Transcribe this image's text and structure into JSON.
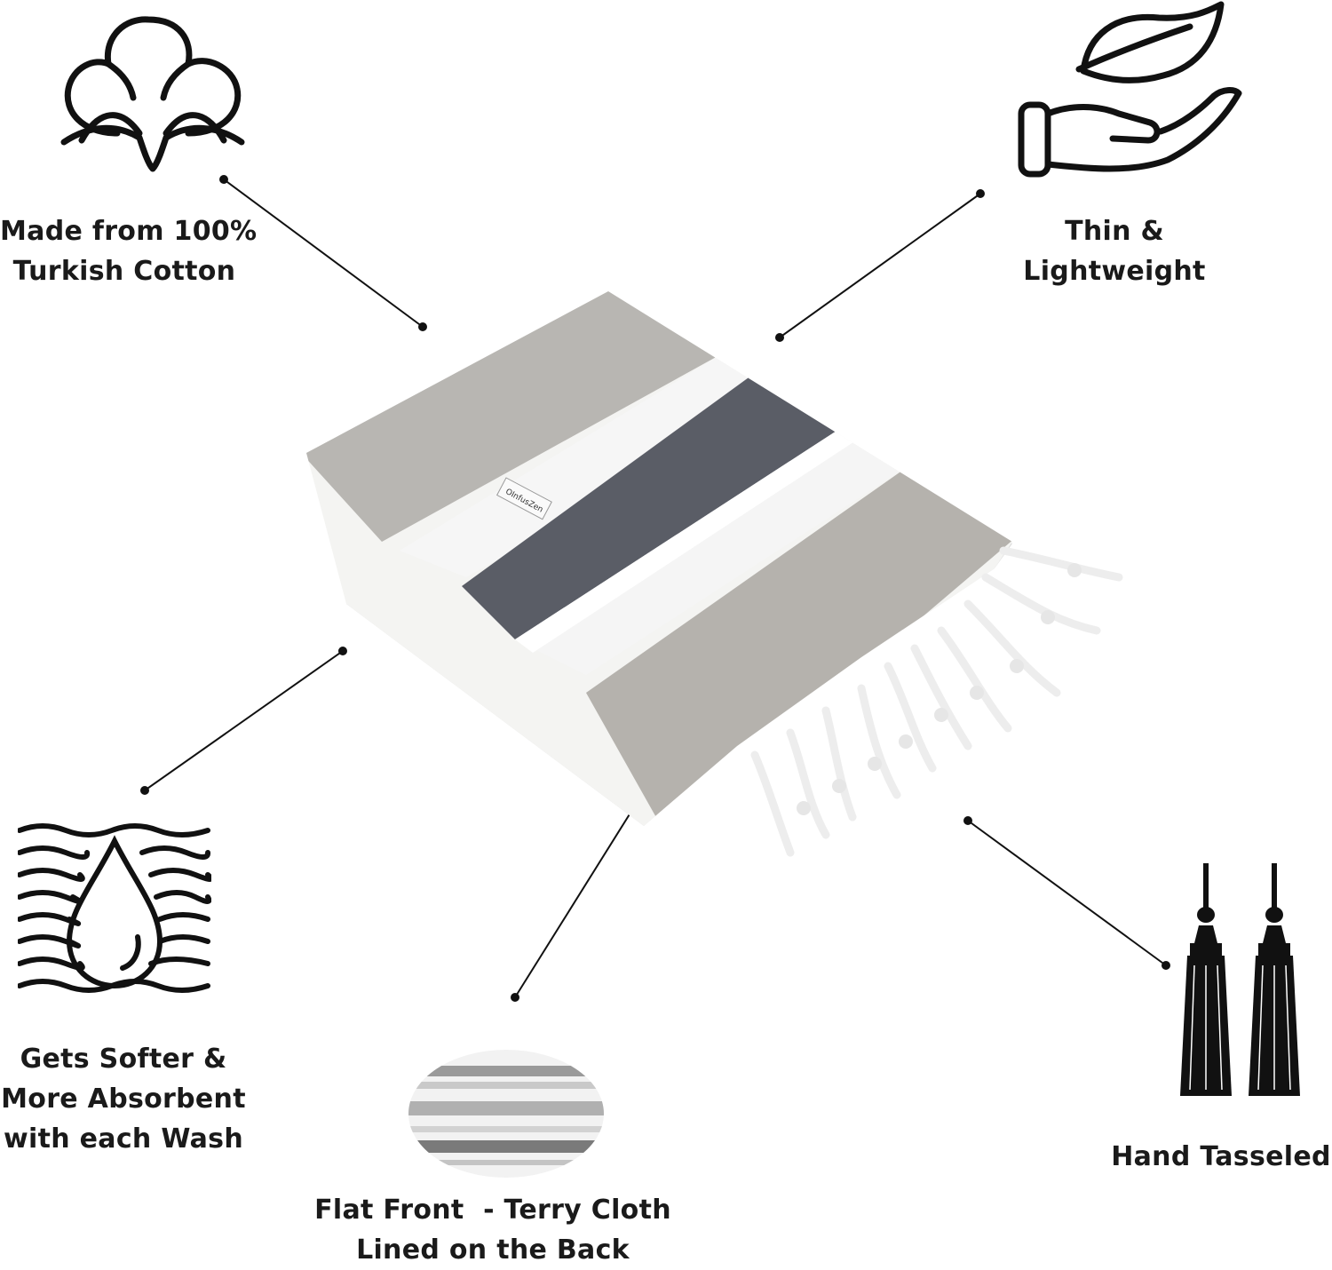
{
  "features": {
    "cotton": {
      "icon": "cotton-flower-icon",
      "line1": "Made from 100%",
      "line2": "Turkish Cotton"
    },
    "lightweight": {
      "icon": "leaf-in-hand-icon",
      "line1": "Thin &",
      "line2": "Lightweight"
    },
    "absorbent": {
      "icon": "water-drop-waves-icon",
      "line1": "Gets Softer &",
      "line2": "More Absorbent",
      "line3": "with each Wash"
    },
    "flat_front": {
      "icon": "terry-cloth-swatch",
      "line1": "Flat Front  - Terry Cloth",
      "line2": "Lined on the Back"
    },
    "tasseled": {
      "icon": "tassel-icon",
      "line1": "Hand Tasseled"
    }
  },
  "product": {
    "brand_tag": "OInfusZen"
  },
  "colors": {
    "ink": "#111111",
    "stripe_light": "#b8b6b2",
    "stripe_dark": "#5a5d66",
    "towel_white": "#f4f4f2"
  }
}
